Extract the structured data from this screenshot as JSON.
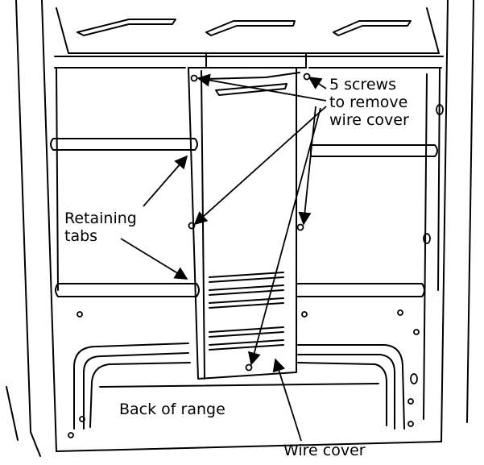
{
  "callouts": {
    "screws": "5 screws\nto remove\nwire cover",
    "retaining_tabs": "Retaining\ntabs",
    "back_of_range": "Back of range",
    "wire_cover": "Wire cover"
  },
  "colors": {
    "line": "#000000",
    "background": "#ffffff"
  }
}
